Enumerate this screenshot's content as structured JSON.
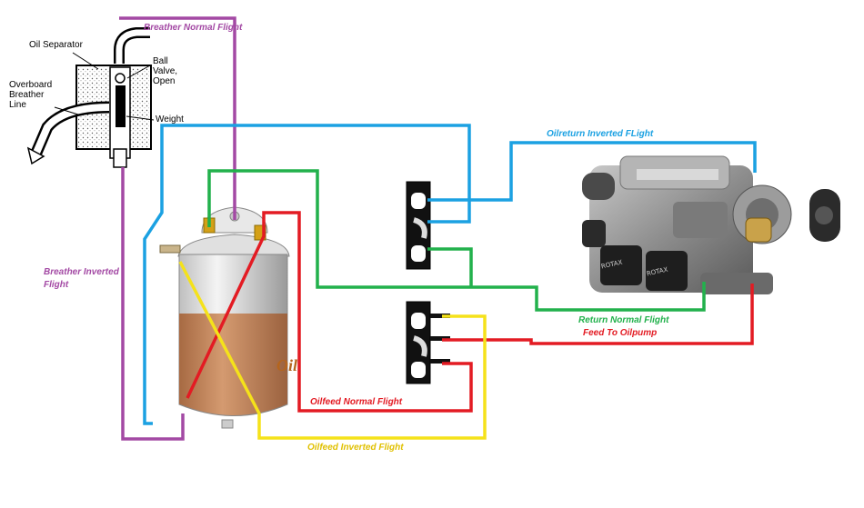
{
  "separator_labels": {
    "oil_separator": "Oil Separator",
    "ball_valve_line1": "Ball",
    "ball_valve_line2": "Valve,",
    "ball_valve_line3": "Open",
    "overboard_line1": "Overboard",
    "overboard_line2": "Breather",
    "overboard_line3": "Line",
    "weight": "Weight"
  },
  "flow_labels": {
    "breather_normal": "Breather Normal Flight",
    "breather_inverted_line1": "Breather Inverted",
    "breather_inverted_line2": "Flight",
    "oilreturn_inverted": "Oilreturn Inverted FLight",
    "return_normal": "Return Normal Flight",
    "feed_oilpump": "Feed To Oilpump",
    "oilfeed_normal": "Oilfeed Normal Flight",
    "oilfeed_inverted": "Oilfeed Inverted Flight"
  },
  "tank_label": "Oil",
  "engine_plate_texts": [
    "ROTAX",
    "ROTAX"
  ],
  "colors": {
    "breather": "#a349a4",
    "return_blue": "#1ba1e2",
    "return_green": "#22b14c",
    "feed_red": "#e31b23",
    "feed_yellow": "#f5e21a",
    "oil": "#c0825a",
    "label_oil": "#b5651d",
    "label_return_normal": "#22b14c",
    "label_feed_oilpump": "#e31b23",
    "label_oilfeed_inverted": "#e0c000"
  }
}
